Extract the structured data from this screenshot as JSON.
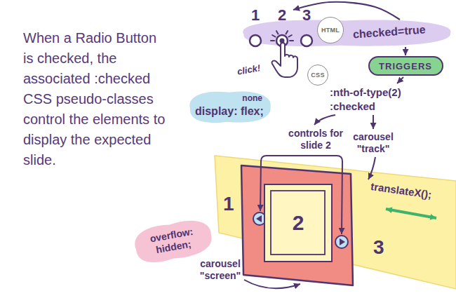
{
  "diagram": {
    "nodes": [
      {
        "text": [
          "1"
        ]
      },
      {
        "text": [
          "2"
        ]
      },
      {
        "text": [
          "3"
        ]
      },
      {
        "text": [
          "checked=true"
        ]
      },
      {
        "text": [
          "HTML"
        ],
        "in": 3
      },
      {
        "text": [
          "TRIGGERS"
        ]
      },
      {
        "text": [
          "CSS"
        ]
      },
      {
        "text": [
          "none",
          "display: flex;"
        ]
      },
      {
        "text": [
          "1",
          "3"
        ]
      },
      {
        "text": [
          "2"
        ],
        "in": 8
      },
      {
        "text": [
          "overflow: hidden;"
        ]
      }
    ],
    "edges": [
      {
        "from": 3,
        "to": 1,
        "arrow": "to"
      },
      {
        "from": 3,
        "to": 5,
        "arrow": "to"
      }
    ],
    "labels": [
      "When a Radio Button is checked, the associated :checked CSS pseudo-classes control the elements to display the expected slide.",
      "click!",
      ":nth-of-type(2) :checked",
      "controls for slide 2",
      "carousel \"track\"",
      "translateX();",
      "carousel \"screen\""
    ]
  }
}
